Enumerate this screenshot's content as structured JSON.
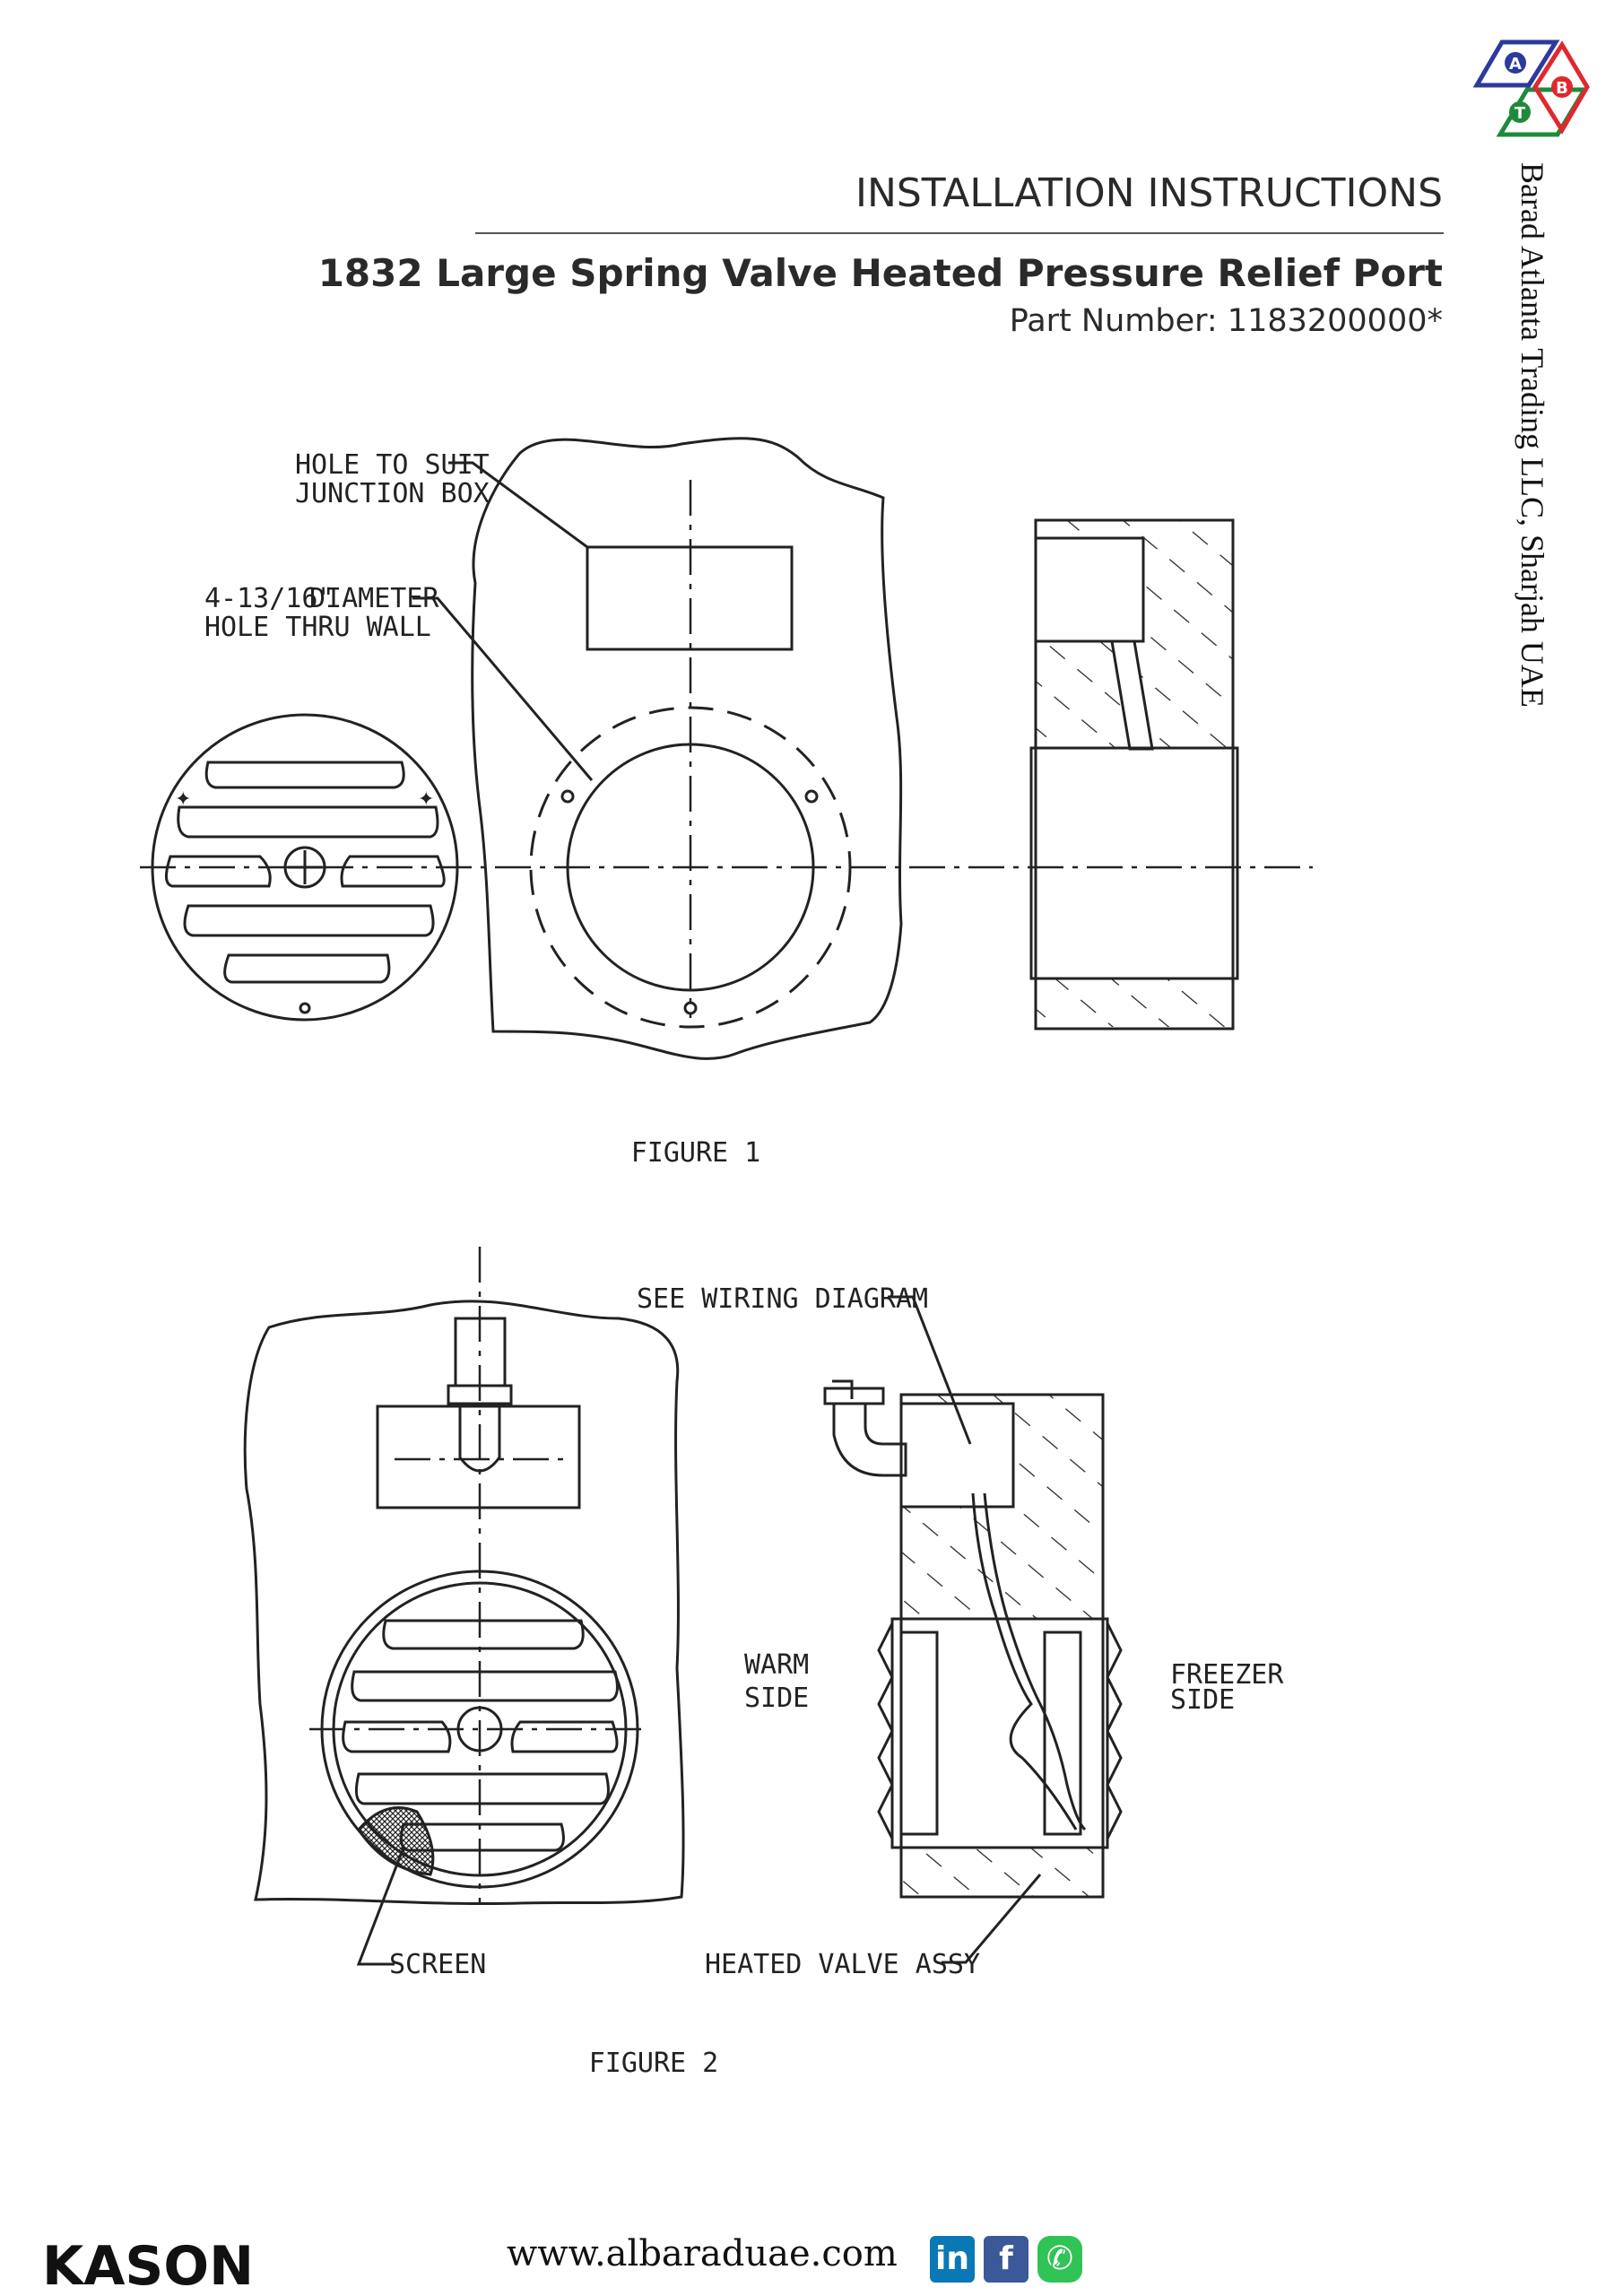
{
  "header": {
    "section_title": "INSTALLATION INSTRUCTIONS",
    "product_title": "1832 Large Spring Valve Heated Pressure Relief Port",
    "part_number": "Part Number: 1183200000*"
  },
  "sidebar": {
    "company": "Barad Atlanta Trading LLC, Sharjah UAE",
    "logo_letters": [
      "A",
      "B",
      "T"
    ],
    "logo_colors": {
      "a": "#2b3a9c",
      "b": "#e0282e",
      "t": "#1f8a3a"
    }
  },
  "figure1": {
    "label_junction_1": "HOLE TO SUIT",
    "label_junction_2": "JUNCTION BOX",
    "label_hole_size": "4-13/16\"",
    "label_hole_1": "DIAMETER",
    "label_hole_2": "HOLE THRU WALL",
    "caption": "FIGURE 1"
  },
  "figure2": {
    "label_wiring": "SEE WIRING DIAGRAM",
    "label_warm_1": "WARM",
    "label_warm_2": "SIDE",
    "label_freezer_1": "FREEZER",
    "label_freezer_2": "SIDE",
    "label_screen": "SCREEN",
    "label_valve": "HEATED VALVE ASSY",
    "caption": "FIGURE 2"
  },
  "footer": {
    "brand": "KASON",
    "url": "www.albaraduae.com",
    "social": [
      {
        "name": "linkedin",
        "glyph": "in",
        "color": "#0a78b5"
      },
      {
        "name": "facebook",
        "glyph": "f",
        "color": "#3b5998"
      },
      {
        "name": "whatsapp",
        "glyph": "✆",
        "color": "#2fc455"
      }
    ]
  }
}
